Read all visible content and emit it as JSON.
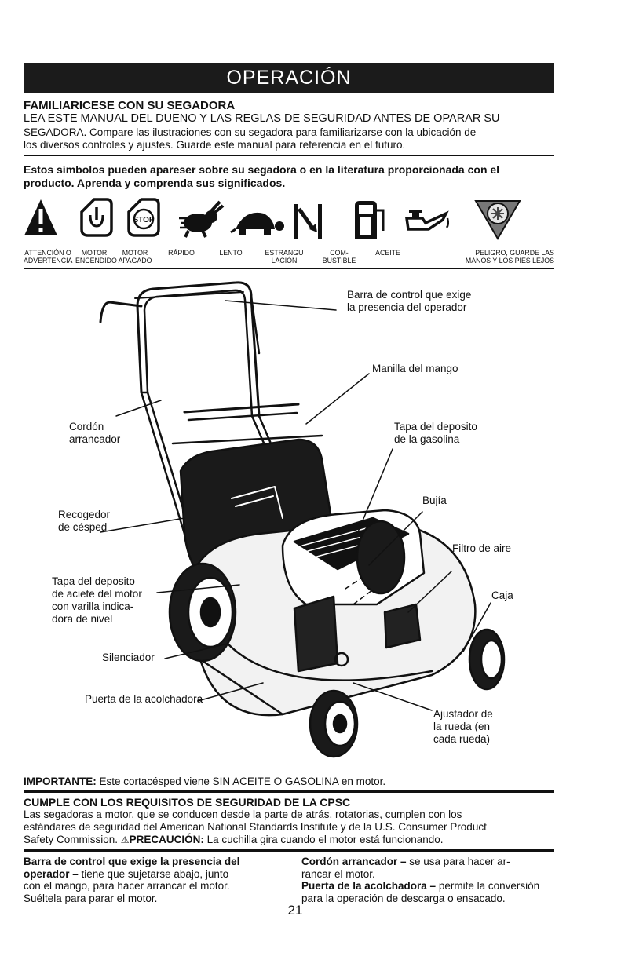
{
  "banner": {
    "title": "OPERACIÓN"
  },
  "familiarize": {
    "heading": "FAMILIARICESE CON SU SEGADORA",
    "line1": "LEA ESTE MANUAL DEL DUENO Y LAS REGLAS DE SEGURIDAD ANTES DE OPARAR SU",
    "line2": "SEGADORA.  Compare las ilustraciones con su segadora para familiarizarse con la ubicación de",
    "line3": "los diversos controles y ajustes.  Guarde este manual para referencia en el futuro."
  },
  "symbols_intro": {
    "line1": "Estos símbolos pueden apareser sobre su segadora o en la literatura proporcionada con el",
    "line2": "producto.  Aprenda y comprenda sus significados."
  },
  "symbols": [
    {
      "icon": "warning-triangle-icon",
      "label1": "ATTENCIÓN O",
      "label2": "ADVERTENCIA"
    },
    {
      "icon": "engine-on-icon",
      "label1": "MOTOR",
      "label2": "ENCENDIDO"
    },
    {
      "icon": "engine-stop-icon",
      "label1": "MOTOR",
      "label2": "APAGADO",
      "stop_text": "STOP"
    },
    {
      "icon": "rabbit-fast-icon",
      "label1": "RÁPIDO",
      "label2": ""
    },
    {
      "icon": "turtle-slow-icon",
      "label1": "LENTO",
      "label2": ""
    },
    {
      "icon": "choke-icon",
      "label1": "ESTRANGU",
      "label2": "LACIÓN"
    },
    {
      "icon": "fuel-pump-icon",
      "label1": "COM-",
      "label2": "BUSTIBLE"
    },
    {
      "icon": "oil-can-icon",
      "label1": "ACEITE",
      "label2": ""
    },
    {
      "icon": "keep-hands-feet-away-icon",
      "label1": "PELIGRO, GUARDE LAS",
      "label2": "MANOS Y LOS PIES LEJOS"
    }
  ],
  "diagram": {
    "callouts": {
      "control_bar_1": "Barra de control que exige",
      "control_bar_2": "la presencia del operador",
      "handle": "Manilla del mango",
      "starter_1": "Cordón",
      "starter_2": "arrancador",
      "fuel_cap_1": "Tapa del deposito",
      "fuel_cap_2": "de la gasolina",
      "spark_plug": "Bujía",
      "grass_bag_1": "Recogedor",
      "grass_bag_2": "de césped",
      "air_filter": "Filtro de aire",
      "oil_cap_1": "Tapa del deposito",
      "oil_cap_2": "de aciete del motor",
      "oil_cap_3": "con varilla indica-",
      "oil_cap_4": "dora de nivel",
      "housing": "Caja",
      "muffler": "Silenciador",
      "mulch_door": "Puerta de la acolchadora",
      "wheel_adj_1": "Ajustador de",
      "wheel_adj_2": "la rueda (en",
      "wheel_adj_3": "cada rueda)"
    }
  },
  "important": {
    "label": "IMPORTANTE:",
    "text": " Este cortacésped viene SIN ACEITE O GASOLINA en motor."
  },
  "cpsc": {
    "heading": "CUMPLE CON LOS REQUISITOS DE SEGURIDAD DE LA CPSC",
    "line1": "Las segadoras a motor, que se conducen desde la parte de atrás, rotatorias, cumplen con los",
    "line2": "estándares de seguridad del American National Standards Institute y de la U.S. Consumer Product",
    "line3_a": "Safety Commission.  ",
    "line3_label": "PRECAUCIÓN:",
    "line3_b": " La cuchilla gira cuando el motor está funcionando."
  },
  "definitions": {
    "left_term": "Barra de control que exige la presencia del",
    "left_term2": "operador –",
    "left_text1": " tiene que sujetarse abajo, junto",
    "left_text2": "con el mango, para hacer arrancar el motor.",
    "left_text3": "Suéltela para parar el motor.",
    "right_term1": "Cordón arrancador –",
    "right_text1": " se usa para hacer ar-",
    "right_text1b": "rancar el motor.",
    "right_term2": "Puerta de la acolchadora –",
    "right_text2": " permite la conversión",
    "right_text2b": "para la operación de descarga o ensacado."
  },
  "page_number": "21"
}
